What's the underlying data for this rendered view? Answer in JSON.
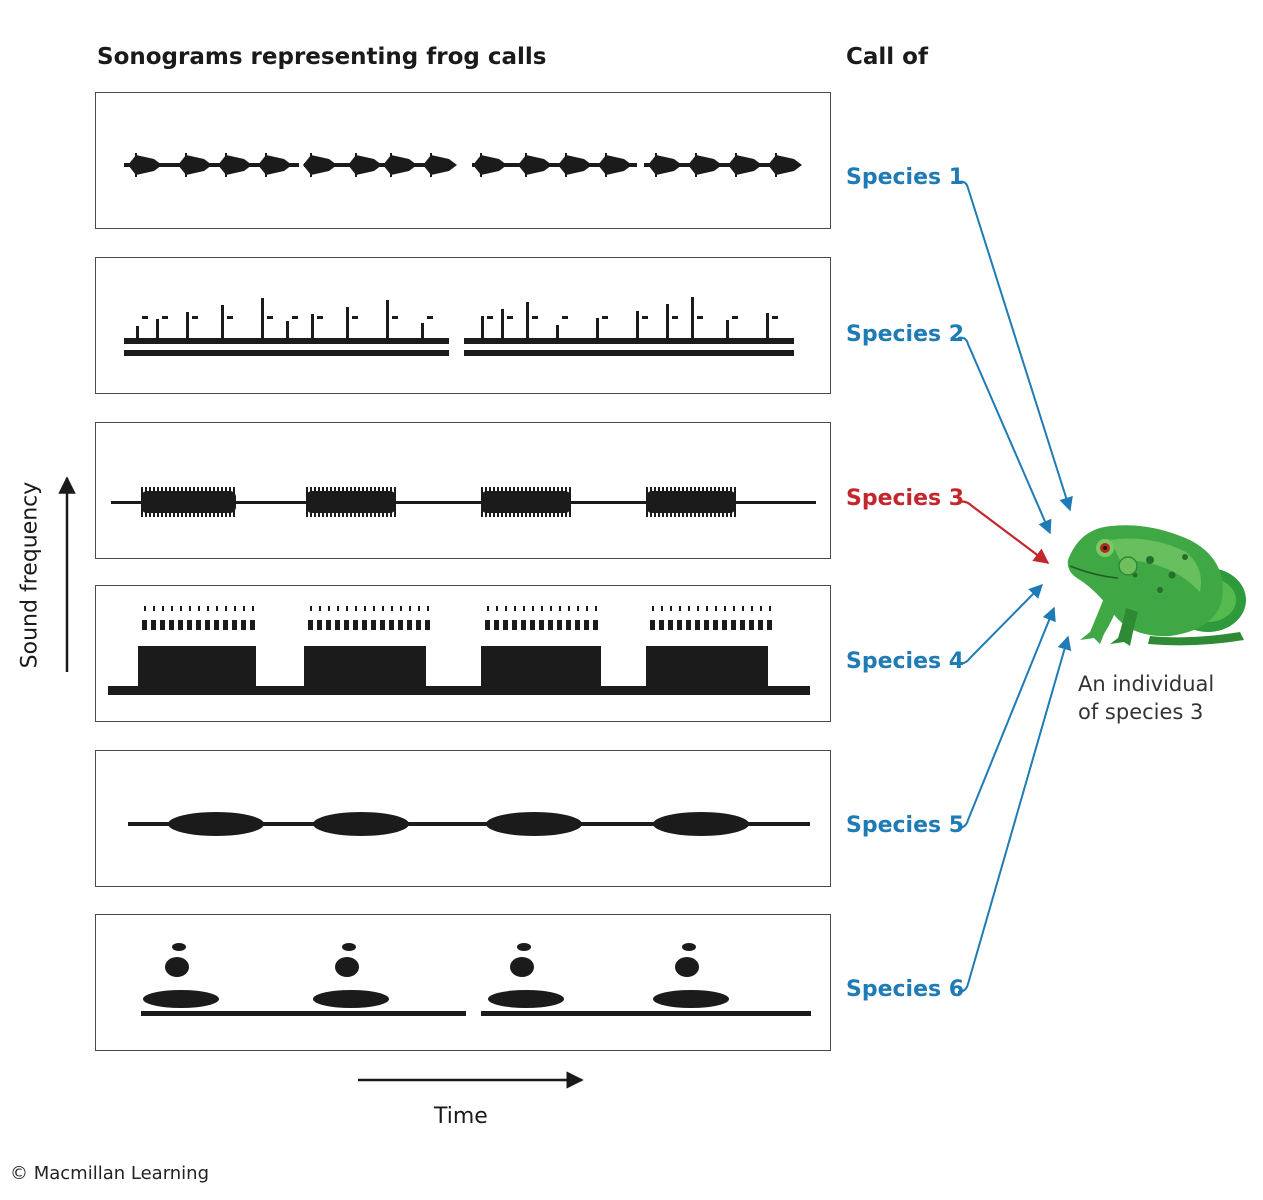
{
  "header": {
    "left_title": "Sonograms  representing frog calls",
    "right_title": "Call of"
  },
  "axes": {
    "y_label": "Sound frequency",
    "x_label": "Time"
  },
  "species": [
    {
      "label": "Species 1",
      "color": "#1e7bb5",
      "highlight": false
    },
    {
      "label": "Species 2",
      "color": "#1e7bb5",
      "highlight": false
    },
    {
      "label": "Species 3",
      "color": "#c4262e",
      "highlight": true
    },
    {
      "label": "Species 4",
      "color": "#1e7bb5",
      "highlight": false
    },
    {
      "label": "Species 5",
      "color": "#1e7bb5",
      "highlight": false
    },
    {
      "label": "Species 6",
      "color": "#1e7bb5",
      "highlight": false
    }
  ],
  "frog": {
    "caption_line1": "An individual",
    "caption_line2": "of species 3",
    "icon": "frog-illustration"
  },
  "credit": "© Macmillan Learning",
  "colors": {
    "arrow_blue": "#1e7bb5",
    "arrow_red": "#c4262e",
    "sonogram": "#1b1b1b"
  }
}
